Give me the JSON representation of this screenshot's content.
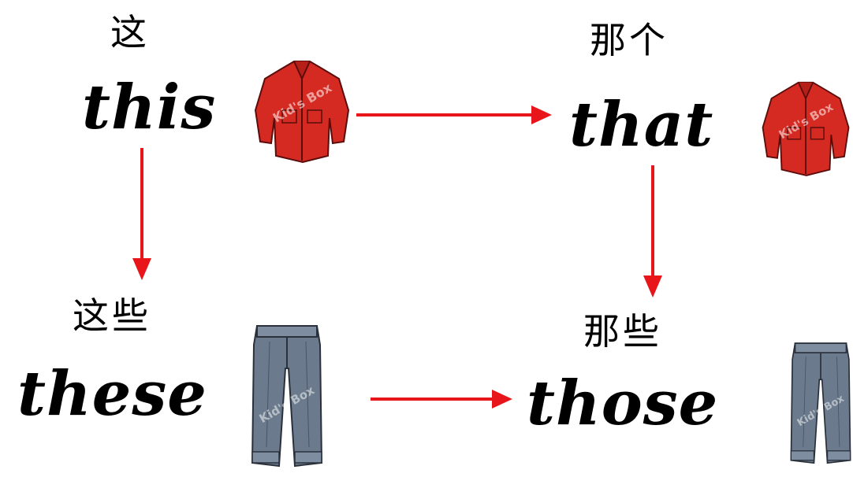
{
  "quadrants": {
    "this": {
      "zh": "这",
      "en": "this"
    },
    "that": {
      "zh": "那个",
      "en": "that"
    },
    "these": {
      "zh": "这些",
      "en": "these"
    },
    "those": {
      "zh": "那些",
      "en": "those"
    }
  },
  "images": {
    "jacket": {
      "icon": "red-jacket-icon",
      "watermark": "Kid's Box",
      "color": "#d42a22"
    },
    "jeans": {
      "icon": "jeans-icon",
      "watermark": "Kid's Box",
      "color": "#6b7a8c"
    }
  },
  "arrow_color": "#e8161b"
}
